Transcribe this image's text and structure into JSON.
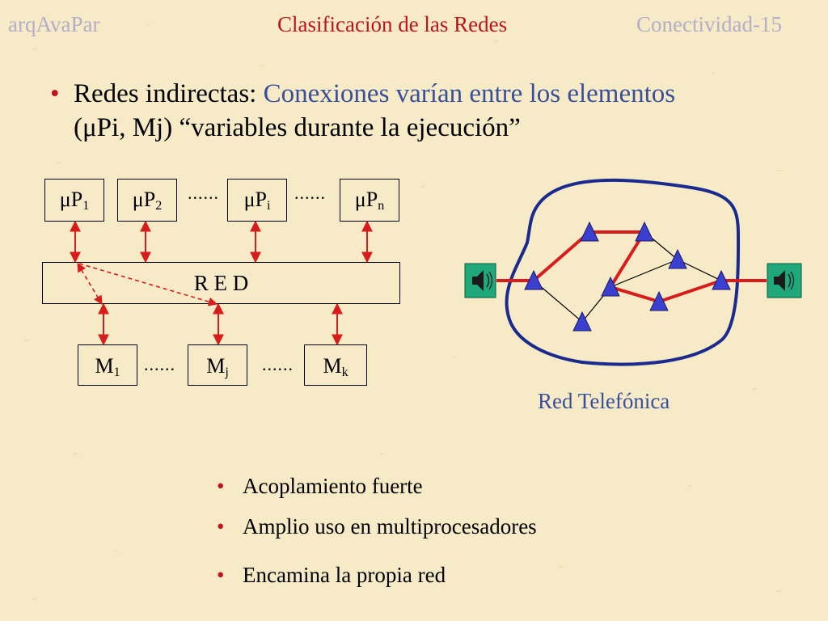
{
  "header": {
    "left": "arqAvaPar",
    "center": "Clasificación de las Redes",
    "right": "Conectividad-15"
  },
  "main_bullet": {
    "bullet": "•",
    "lead": "Redes indirectas: ",
    "highlight": "Conexiones varían entre los elementos",
    "line2": "(μPi, Mj) “variables durante la ejecución”"
  },
  "diagram": {
    "processors": [
      {
        "base": "μP",
        "sub": "1"
      },
      {
        "base": "μP",
        "sub": "2"
      },
      {
        "base": "μP",
        "sub": "i"
      },
      {
        "base": "μP",
        "sub": "n"
      }
    ],
    "network_label": "R E D",
    "memories": [
      {
        "base": "M",
        "sub": "1"
      },
      {
        "base": "M",
        "sub": "j"
      },
      {
        "base": "M",
        "sub": "k"
      }
    ],
    "ellipsis": "......",
    "colors": {
      "arrow": "#d81b1b",
      "node": "#3a3fd0",
      "cloud": "#1b2a8f",
      "phone": "#1fa87a"
    }
  },
  "phone_network": {
    "caption": "Red Telefónica"
  },
  "sub_bullets": {
    "bullet": "•",
    "items": [
      "Acoplamiento fuerte",
      "Amplio uso en multiprocesadores",
      "Encamina la propia red"
    ]
  }
}
